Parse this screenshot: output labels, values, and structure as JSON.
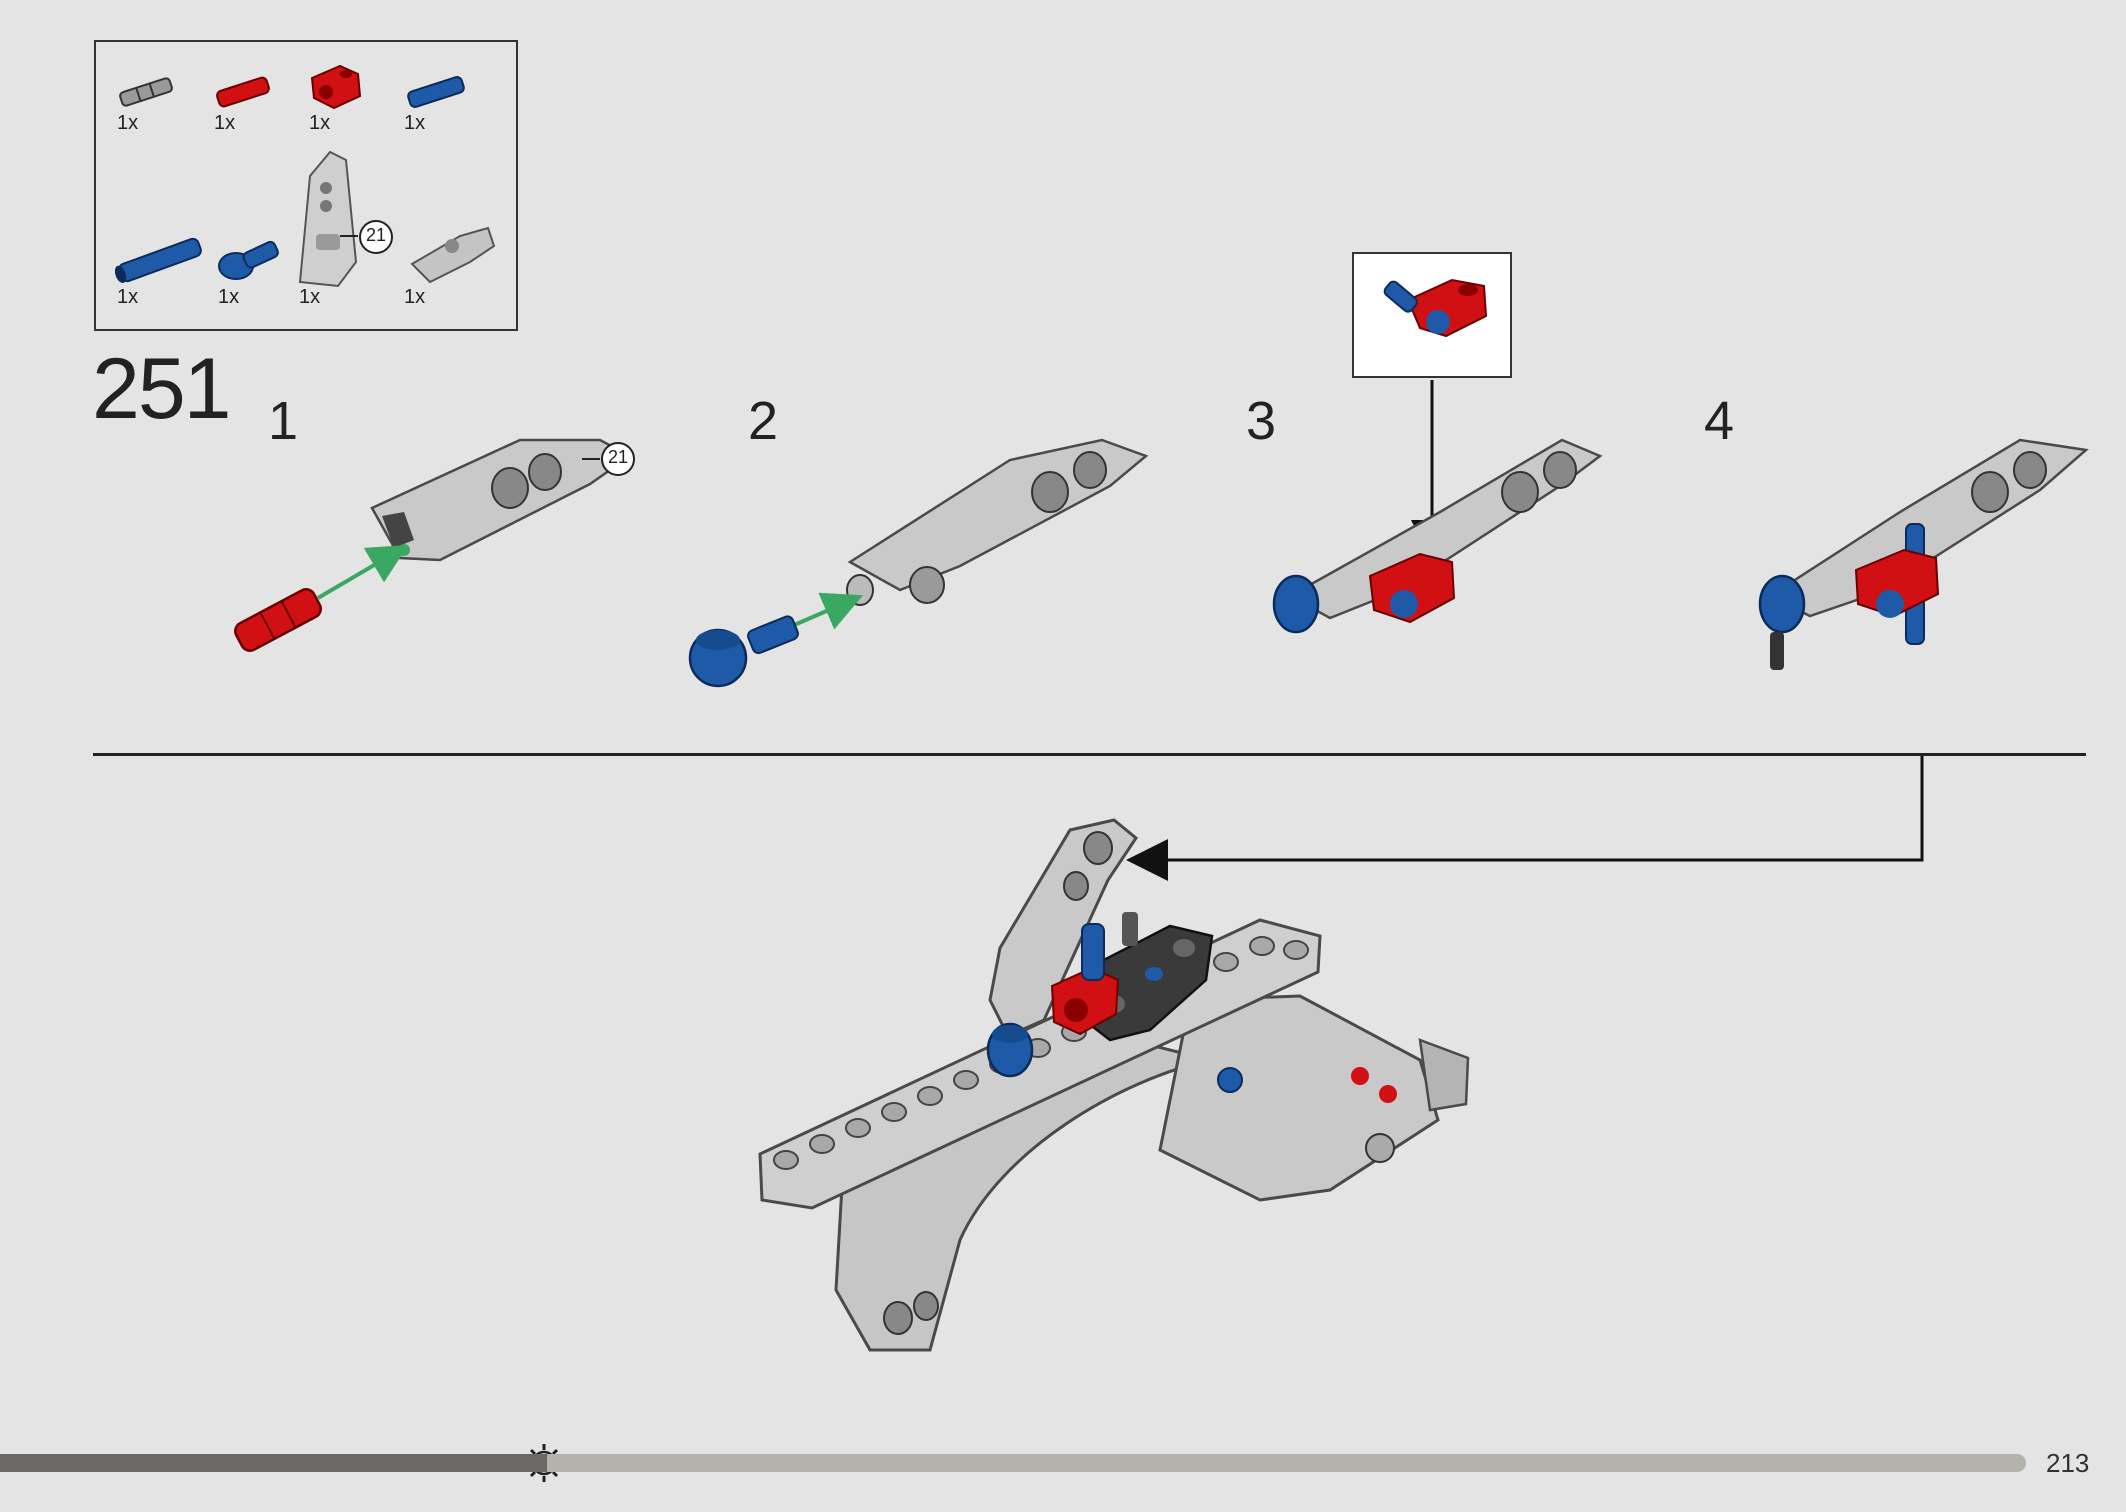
{
  "parts_list": {
    "items": [
      {
        "name": "gray-axle-pin",
        "qty": "1x"
      },
      {
        "name": "red-axle-pin",
        "qty": "1x"
      },
      {
        "name": "red-cross-block",
        "qty": "1x"
      },
      {
        "name": "blue-axle-pin",
        "qty": "1x"
      },
      {
        "name": "blue-long-axle-pin",
        "qty": "1x"
      },
      {
        "name": "blue-axle-connector",
        "qty": "1x"
      },
      {
        "name": "gray-panel-fairing",
        "qty": "1x",
        "callout": "21"
      },
      {
        "name": "gray-angle-connector",
        "qty": "1x"
      }
    ]
  },
  "step": {
    "number": "251",
    "substeps": [
      "1",
      "2",
      "3",
      "4"
    ],
    "substep1_callout": "21"
  },
  "colors": {
    "lego_red": "#d01012",
    "lego_blue": "#1e5aa8",
    "lego_gray": "#c8c8c8",
    "dark_gray": "#3a3a3a",
    "arrow_green": "#3aa862",
    "background": "#e4e4e4"
  },
  "footer": {
    "page_number": "213",
    "progress": 0.27,
    "progress_icon": "sun-gear-icon"
  }
}
